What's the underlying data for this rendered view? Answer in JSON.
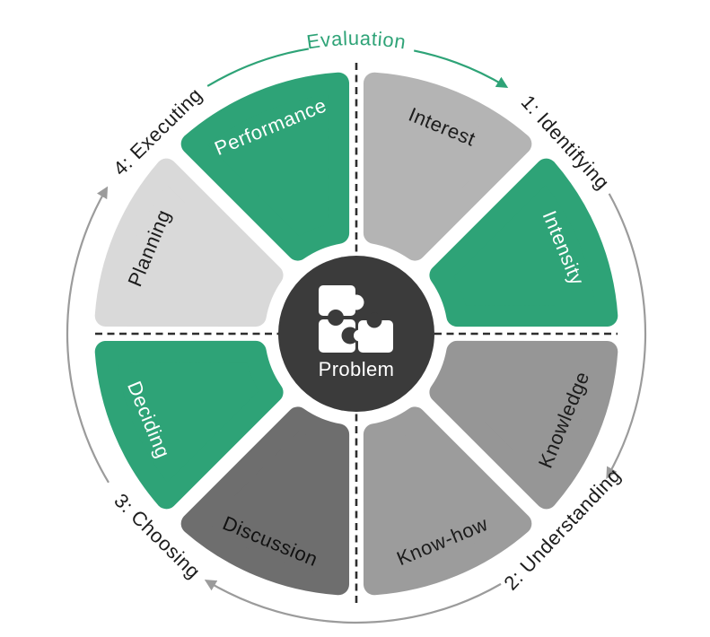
{
  "diagram": {
    "title": "problem-solving cycle wheel",
    "center": {
      "label": "Problem",
      "icon": "puzzle-icon",
      "bg": "#3b3b3b",
      "text_color": "#ffffff"
    },
    "evaluation": {
      "label": "Evaluation",
      "color": "#2ea377"
    },
    "segments": [
      {
        "label": "Interest",
        "start": 0,
        "end": 45,
        "fill": "#b4b4b4",
        "text_color": "#1c1c1c"
      },
      {
        "label": "Intensity",
        "start": 45,
        "end": 90,
        "fill": "#2ea377",
        "text_color": "#ffffff"
      },
      {
        "label": "Knowledge",
        "start": 90,
        "end": 135,
        "fill": "#969696",
        "text_color": "#1c1c1c"
      },
      {
        "label": "Know-how",
        "start": 135,
        "end": 180,
        "fill": "#9c9c9c",
        "text_color": "#1c1c1c"
      },
      {
        "label": "Discussion",
        "start": 180,
        "end": 225,
        "fill": "#6e6e6e",
        "text_color": "#111111"
      },
      {
        "label": "Deciding",
        "start": 225,
        "end": 270,
        "fill": "#2ea377",
        "text_color": "#ffffff"
      },
      {
        "label": "Planning",
        "start": 270,
        "end": 315,
        "fill": "#d9d9d9",
        "text_color": "#1c1c1c"
      },
      {
        "label": "Performance",
        "start": 315,
        "end": 360,
        "fill": "#2ea377",
        "text_color": "#ffffff"
      }
    ],
    "phases": [
      {
        "label": "1: Identifying",
        "bearing": 47.5
      },
      {
        "label": "2: Understanding",
        "bearing": 133.5
      },
      {
        "label": "3: Choosing",
        "bearing": 224.5
      },
      {
        "label": "4: Executing",
        "bearing": 315.5
      }
    ],
    "flow_arrows": [
      {
        "name": "right",
        "from": 61,
        "to": 119.5,
        "color": "#9b9b9b",
        "arrowhead": true
      },
      {
        "name": "bottom",
        "from": 150,
        "to": 211,
        "color": "#9b9b9b",
        "arrowhead": true
      },
      {
        "name": "left",
        "from": 239,
        "to": 300,
        "color": "#9b9b9b",
        "arrowhead": true
      },
      {
        "name": "eval-left",
        "from": 329,
        "to": 350.5,
        "color": "#2ea377",
        "arrowhead": false
      },
      {
        "name": "eval-right",
        "from": 11.5,
        "to": 31,
        "color": "#2ea377",
        "arrowhead": true
      }
    ],
    "colors": {
      "dashed_line": "#2e2e2e",
      "background": "#ffffff"
    }
  }
}
